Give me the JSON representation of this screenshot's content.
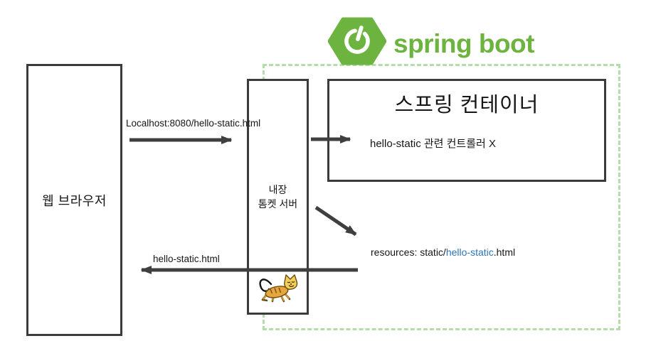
{
  "brand": {
    "name": "spring boot",
    "logo_icon": "spring-boot-hexagon-power-icon",
    "green": "#6db33f"
  },
  "boxes": {
    "browser": {
      "label": "웹 브라우저"
    },
    "tomcat": {
      "label_line1": "내장",
      "label_line2": "톰켓 서버",
      "logo_icon": "tomcat-cat-icon"
    },
    "container": {
      "title": "스프링 컨테이너",
      "controller_note": "hello-static 관련 컨트롤러 X"
    }
  },
  "flows": {
    "request_label": "Localhost:8080/hello-static.html",
    "response_label": "hello-static.html",
    "resources_prefix": "resources: static/",
    "resources_highlight": "hello-static",
    "resources_suffix": ".html"
  },
  "colors": {
    "arrow": "#3f3f3f",
    "box_border": "#3b3b3b",
    "dashed_border": "#b5dcab",
    "highlight_blue": "#2e75b6",
    "spring_green": "#6db33f",
    "tomcat_body": "#e7a63c"
  }
}
